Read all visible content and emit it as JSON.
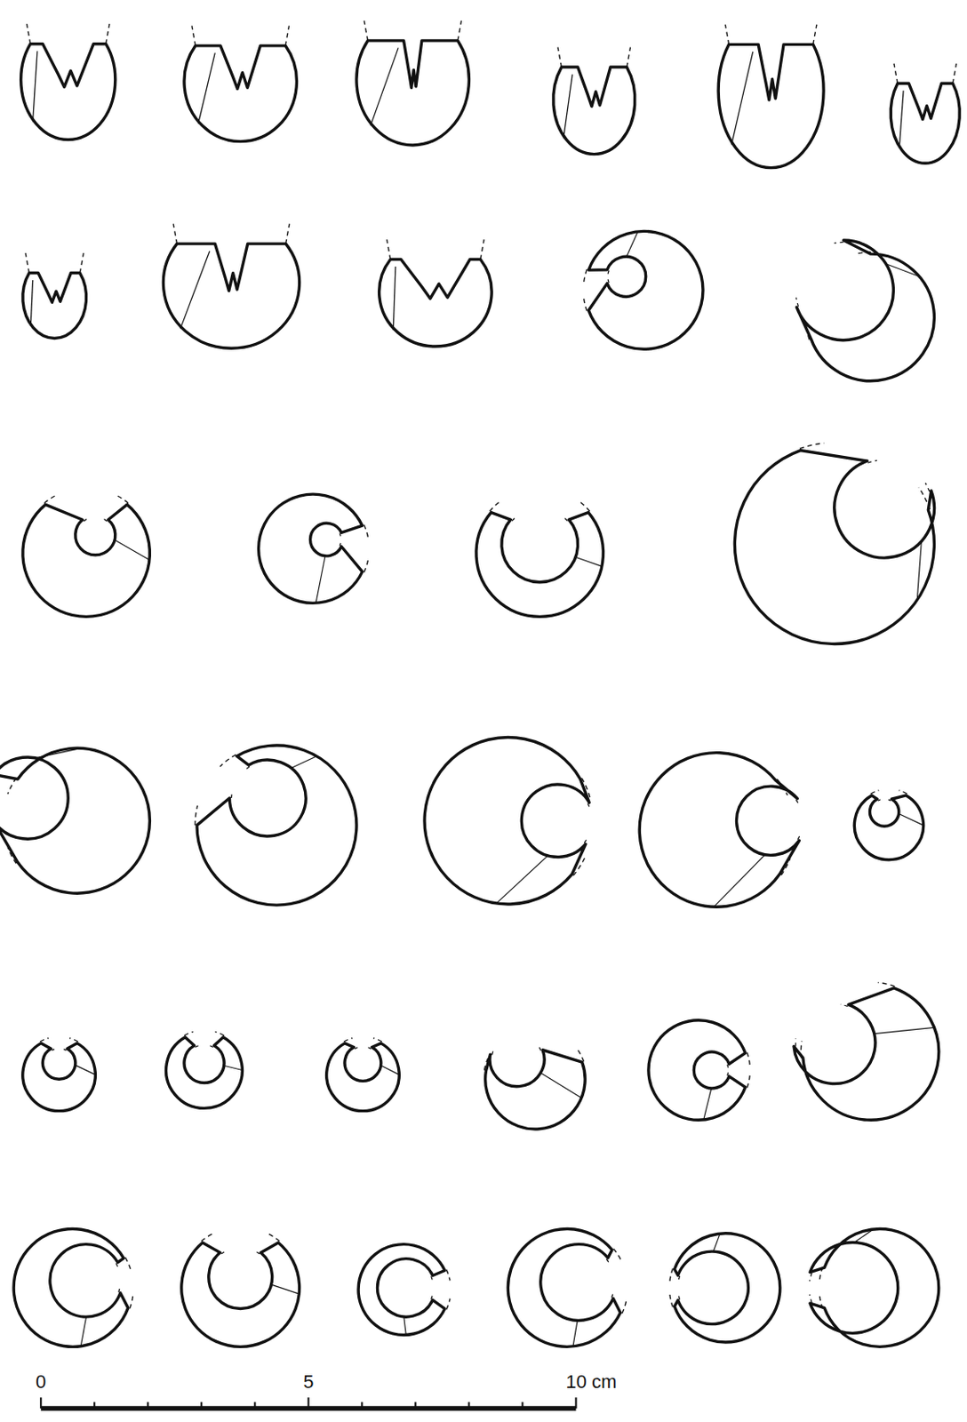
{
  "diagram": {
    "labels": [
      "0",
      "5",
      "10 cm"
    ]
  }
}
